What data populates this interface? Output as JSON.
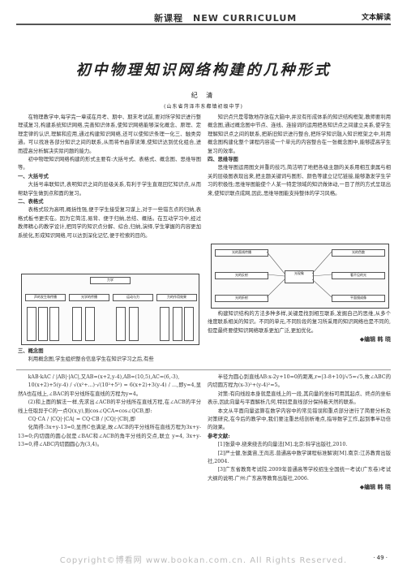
{
  "header": {
    "left": "新课程　NEW CURRICULUM",
    "right": "文本解读"
  },
  "article": {
    "title": "初中物理知识网络构建的几种形式",
    "author": "纪 清",
    "affiliation": "(山东省菏泽市东都镇初级中学)"
  },
  "col1": {
    "p1": "在物理教学中,每学完一章或在月考、期中、期末考试前,要对所学知识进行整理或复习,构建系统知识网络,完善知识体系,使知识网络能够深化概念、原理、定理定律的认识,理解和应用,通过构建知识网络,还可以使知识条理一化三、触类旁通。可以找准各部分知识之间的联系,从而将书由厚读薄,使知识达到优化组合,进而提高分析解决实际问题的能力。",
    "p2": "初中物理知识网络构建的形式主要有:大括号式、表格式、概念图、思维导图等。",
    "h1": "一、大括号式",
    "p3": "大括号串联知识,表明知识之间的层级关系,有利于学生直观回忆知识点,从而帮助学生做到点和面的复习。",
    "h2": "二、表格式",
    "p4": "表格式较为高明,概括性强,便于学生接受复习谋上,对于一些错言点的归纳,表格式板书更实在。因为它简洁,易背、便于归纳,总结、概括。在互动学习中,经过教师精心的教学设计,把同学的知识点分解、综合,归纳,演绎,学生掌握的内容更加系统化,形成知识网络,可以达到深化记忆,便于检索的目的。",
    "h3": "三、概念图",
    "p5": "利用概念图,学生组织整合信息学生在知识学习之后,有些"
  },
  "col2": {
    "p1": "知识点只是零散地存放在大脑中,并没有形成体系的知识结构框架,教师要利用概念图,通过概念图中节点、连线、连接词的运用把各知识点之间建立关系,使学生理解知识点之间的联系,把新旧知识进行整合,把所学知识融入知识框架之中,利用概念图构建化整个课程内容或一个单元的内容整合在一张概念图中,能够提高学生复习的效率。",
    "h1": "四、思维导图",
    "p2": "思维导图运用图文并重的技巧,简洁明了地把各级主题的关系用相互隶属与相关的层级图表现出来,把主题关键词与图形、颜色等建立记忆链接,能够激发学生学习的积极性;思维导图能使个人某一特定领域的知识做体动,一目了然的方式呈现出来,使知识联点成网,因此,思维导图能支持整体的学习风格。",
    "p3": "构建知识结构的方法多种多样,关键是找到相互联系,发掘自己的思维,从多个维度联系相关的知识。不同的单元,不同阶段的复习所采用的知识网络也是不同的,但是最终要使知识网络联系更加广泛,更加优化。",
    "editor": "◆编辑 韩 晓"
  },
  "col3": {
    "p1": "kAB·kAC / |AB|·|AC|,又AB=(x+2,y-4),AB=(10,5),AC=(6,-3),",
    "p2": "10(x+2)+5(y-4) / √(x²+...)·√(10²+5²) = 6(x+2)+3(y-4) / ...,即y=4,显然A也在线上,∠BAC的平分线所在直线的方程为y=4。",
    "p3": "(2)和上面的解法一样,先求出∠ACB的平分线所在直线方程,在∠ACB的平分线上任取异于C的一点Q(x,y),则cos∠QCA=cos∠QCB,即:",
    "p4": "CQ·CA / |CQ|·|CA| = CQ·CB / |CQ|·|CB|,即",
    "p5": "化简得:3x+y-13=0,显然C也满足,故∠ACB的平分线所在直线方程为3x+y-13=0;内切圆的圆心就是∠BAC和∠ACB的角平分线的交点,联立 y=4, 3x+y-13=0,得∠ABC内切圆圆心为(3,4)。"
  },
  "col4": {
    "p1": "半径为圆心到直线AB:x-2y+10=0的距离,r=|3-8+10|/√5=√5,故∠ABC的内切圆方程为(x-3)²+(y-4)²=5。",
    "p2": "对策:有向线段本身就是直线上的一段,其向量的坐标可用其起点、终点的坐标表示,因此向量与平面解析几何,特别是直线部分保持着天然的联系。",
    "p3": "本文从平面向量运算在数学内容中的常见错误和重点部分进行了简要分析及对策研究,在今后的教学中,我们要注重总结剖析难点,指导数学工作,起到事半功倍的效果。",
    "refs_title": "参考文献:",
    "ref1": "[1]张景中.绕来绕去的向量法[M].北京:科学出版社,2010.",
    "ref2": "[2]严士健,张奠宙,王尚志.普通高中数学课程标准解读[M].南京:江苏教育出版社,2004.",
    "ref3": "[3]广东省教育考试院.2009年普通高等学校招生全国统一考试(广东卷)考试大纲的说明.广州:广东高等教育出版社,2006.",
    "editor": "◆编辑 韩 晓"
  },
  "figure1": {
    "root": "力学",
    "b1": "声的发生和传播",
    "b2": "光学的传播",
    "b3": "运动与力",
    "b4": "力的作用效果"
  },
  "figure2": {
    "center": "光现象",
    "l1": "光的直线传播",
    "l2": "光的反射",
    "l3": "光的折射",
    "r1": "光的色散",
    "r2": "看不见的光",
    "r3": "平面镜成像"
  },
  "page_number": "· 49 ·",
  "footer": "Copyright©博看网 www.bookan.com.cn. All Rights Reserved."
}
